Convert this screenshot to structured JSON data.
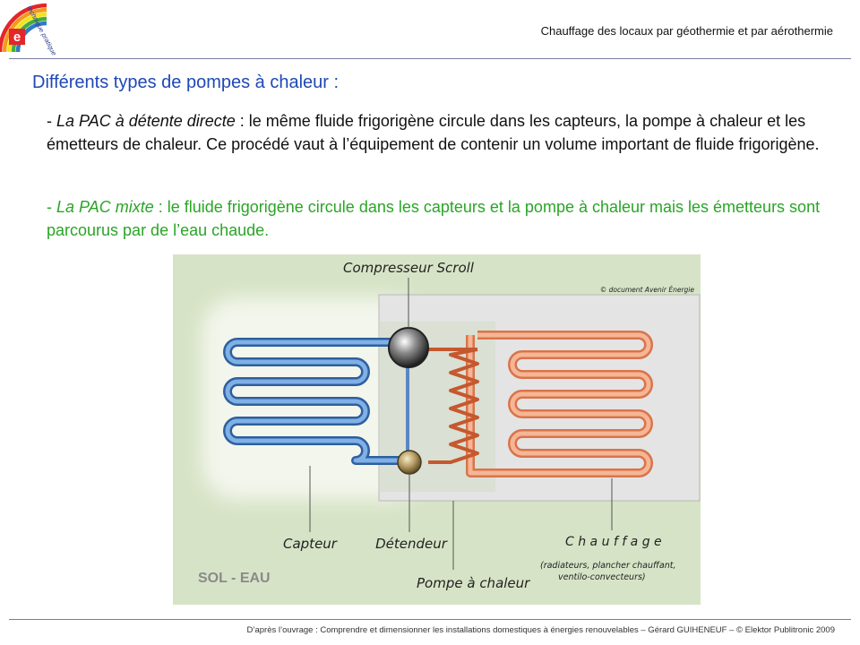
{
  "header": {
    "logo_text": "technique pratique",
    "logo_letter": "e",
    "title": "Chauffage des locaux par géothermie et par aérothermie"
  },
  "slide": {
    "title": "Différents types de pompes à chaleur :",
    "paragraphs": [
      {
        "prefix": "- ",
        "term": "La PAC à détente directe",
        "text": " : le même fluide frigorigène circule dans les capteurs, la pompe à chaleur et les émetteurs de chaleur. Ce procédé vaut à l’équipement de contenir un volume important de fluide frigorigène."
      },
      {
        "prefix": "- ",
        "term": "La PAC mixte",
        "text": " : le fluide frigorigène circule dans les capteurs et la pompe à chaleur mais les émetteurs sont parcourus par de l’eau chaude."
      }
    ]
  },
  "diagram": {
    "compressor_label": "Compresseur Scroll",
    "credit": "© document Avenir Énergie",
    "capteur_label": "Capteur",
    "detendeur_label": "Détendeur",
    "chauffage_label": "C h a u f f a g e",
    "chauffage_sub_1": "(radiateurs, plancher chauffant,",
    "chauffage_sub_2": "ventilo-convecteurs)",
    "pompe_label": "Pompe à chaleur",
    "system_label": "SOL - EAU",
    "colors": {
      "background": "#d7e3c6",
      "capteur": "#4a7fc1",
      "chauffage": "#ef9a73",
      "pac_box": "#e4e4e4"
    }
  },
  "footer": {
    "text": "D’après l’ouvrage : Comprendre et dimensionner les installations domestiques à énergies renouvelables – Gérard GUIHENEUF – © Elektor Publitronic 2009"
  }
}
